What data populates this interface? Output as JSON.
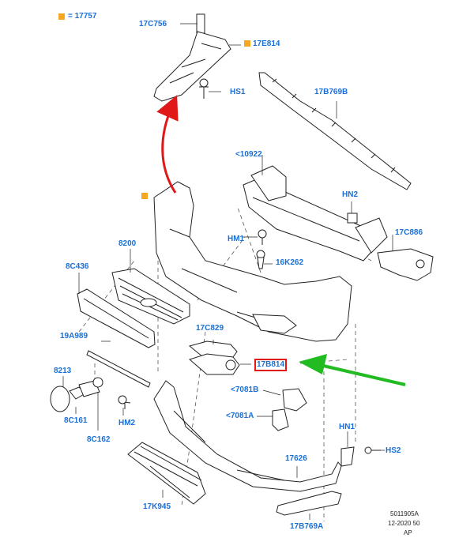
{
  "legend": {
    "marker_color": "#f5a623",
    "text": "= 17757"
  },
  "labels": {
    "l_17C756": "17C756",
    "l_17E814": "17E814",
    "l_HS1": "HS1",
    "l_17B769B": "17B769B",
    "l_10922": "<10922",
    "l_HN2": "HN2",
    "l_HM1": "HM1",
    "l_17C886": "17C886",
    "l_8200": "8200",
    "l_8C436": "8C436",
    "l_16K262": "16K262",
    "l_17C829": "17C829",
    "l_19A989": "19A989",
    "l_17B814": "17B814",
    "l_8213": "8213",
    "l_7081B": "<7081B",
    "l_7081A": "<7081A",
    "l_HM2": "HM2",
    "l_8C161": "8C161",
    "l_8C162": "8C162",
    "l_HN1": "HN1",
    "l_HS2": "HS2",
    "l_17626": "17626",
    "l_17K945": "17K945",
    "l_17B769A": "17B769A"
  },
  "footer": {
    "line1": "5011905A",
    "line2": "12-2020 50",
    "line3": "AP"
  },
  "colors": {
    "callout_text": "#1a6fd6",
    "highlight": "#e01818",
    "pointer_arrow": "#22bb22",
    "link_arrow": "#e01818"
  }
}
